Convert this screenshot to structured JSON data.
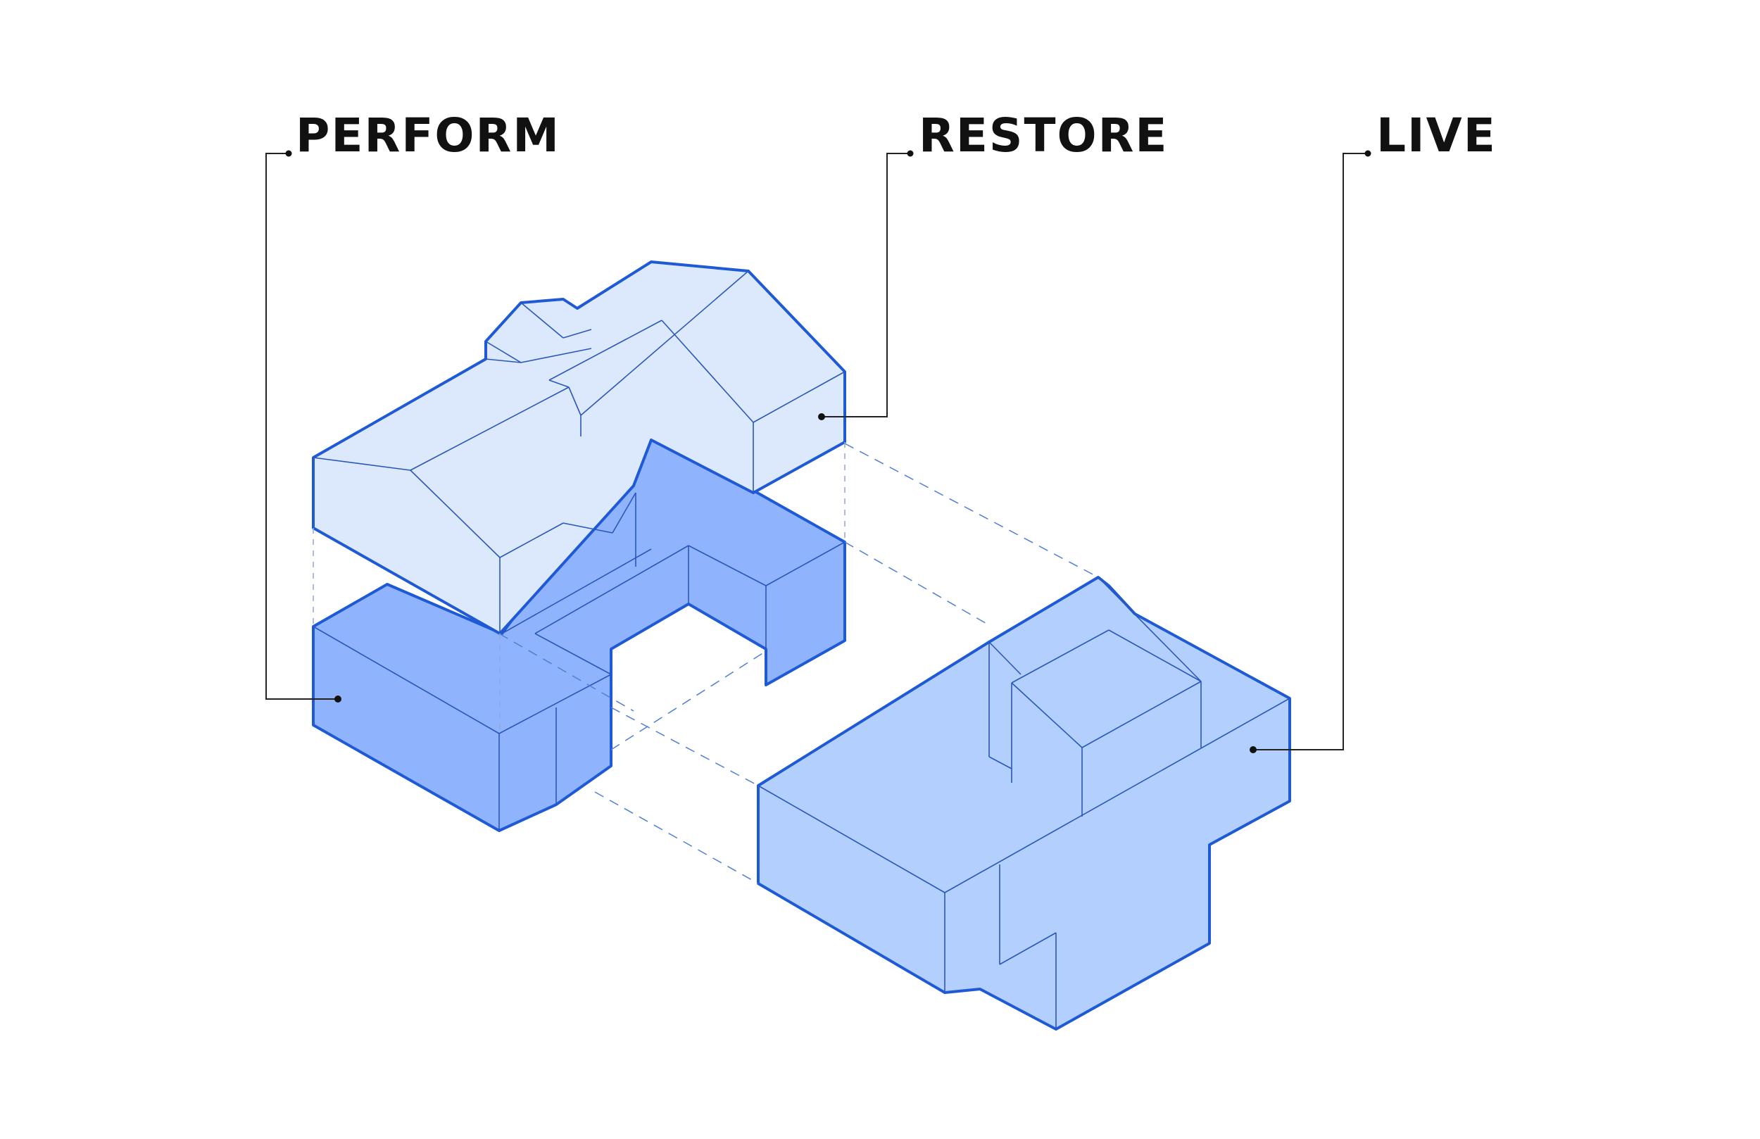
{
  "labels": {
    "perform": "PERFORM",
    "restore": "RESTORE",
    "live": "LIVE"
  },
  "colors": {
    "restore_fill": "#dce8fb",
    "perform_fill": "#8fb3fd",
    "live_fill": "#b3cffd",
    "outline": "#1f5ad6",
    "edge": "#2a58b8",
    "leader": "#222222",
    "label_text": "#111111"
  }
}
